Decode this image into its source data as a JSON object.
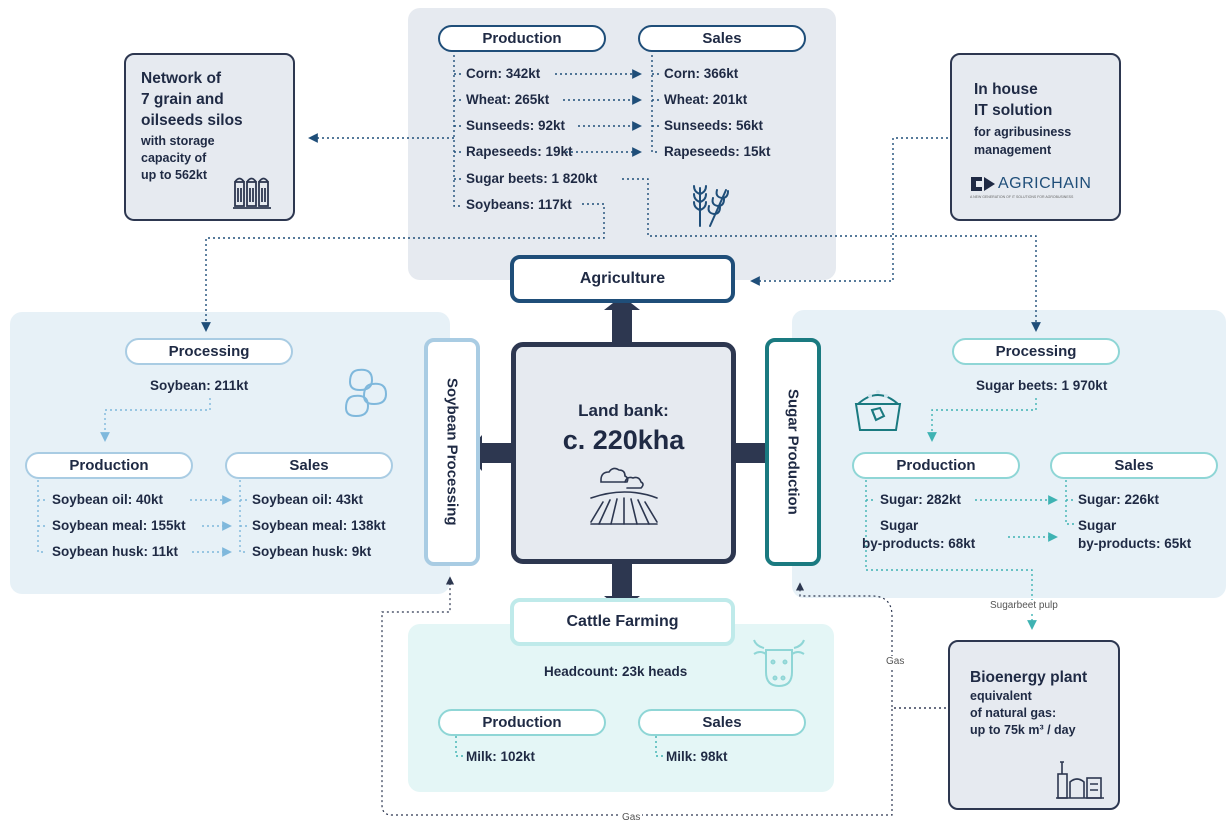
{
  "center": {
    "title": "Land bank:",
    "value": "c. 220kha"
  },
  "agriculture": {
    "label": "Agriculture",
    "production": {
      "header": "Production",
      "items": [
        "Corn: 342kt",
        "Wheat: 265kt",
        "Sunseeds: 92kt",
        "Rapeseeds: 19kt",
        "Sugar beets: 1 820kt",
        "Soybeans: 117kt"
      ]
    },
    "sales": {
      "header": "Sales",
      "items": [
        "Corn: 366kt",
        "Wheat: 201kt",
        "Sunseeds: 56kt",
        "Rapeseeds: 15kt"
      ]
    }
  },
  "silos": {
    "title_lines": [
      "Network of",
      "7 grain and",
      "oilseeds silos"
    ],
    "sub_lines": [
      "with storage",
      "capacity of",
      "up to 562kt"
    ]
  },
  "it": {
    "title_lines": [
      "In house",
      "IT solution"
    ],
    "sub_lines": [
      "for agribusiness",
      "management"
    ],
    "logo": "AGRICHAIN",
    "logo_tagline": "A NEW GENERATION OF IT SOLUTIONS FOR AGROBUSINESS"
  },
  "soy": {
    "label": "Soybean Processing",
    "processing": {
      "header": "Processing",
      "value": "Soybean: 211kt"
    },
    "production": {
      "header": "Production",
      "items": [
        "Soybean oil: 40kt",
        "Soybean meal: 155kt",
        "Soybean husk: 11kt"
      ]
    },
    "sales": {
      "header": "Sales",
      "items": [
        "Soybean oil: 43kt",
        "Soybean meal: 138kt",
        "Soybean husk: 9kt"
      ]
    }
  },
  "sugar": {
    "label": "Sugar Production",
    "processing": {
      "header": "Processing",
      "value": "Sugar beets: 1 970kt"
    },
    "production": {
      "header": "Production",
      "items": [
        "Sugar: 282kt",
        "Sugar",
        "by-products: 68kt"
      ]
    },
    "sales": {
      "header": "Sales",
      "items": [
        "Sugar: 226kt",
        "Sugar",
        "by-products: 65kt"
      ]
    }
  },
  "cattle": {
    "label": "Cattle Farming",
    "headcount": "Headcount: 23k heads",
    "production": {
      "header": "Production",
      "items": [
        "Milk: 102kt"
      ]
    },
    "sales": {
      "header": "Sales",
      "items": [
        "Milk: 98kt"
      ]
    }
  },
  "bioenergy": {
    "title": "Bioenergy plant",
    "sub_lines": [
      "equivalent",
      "of natural gas:",
      "up to 75k m³ / day"
    ]
  },
  "flows": {
    "pulp": "Sugarbeet pulp",
    "gas1": "Gas",
    "gas2": "Gas"
  },
  "colors": {
    "dark": "#2d3750",
    "navy": "#1f4e79",
    "light_blue": "#a9cce3",
    "teal": "#8fd6d6",
    "sugar_border": "#1a7a80"
  }
}
